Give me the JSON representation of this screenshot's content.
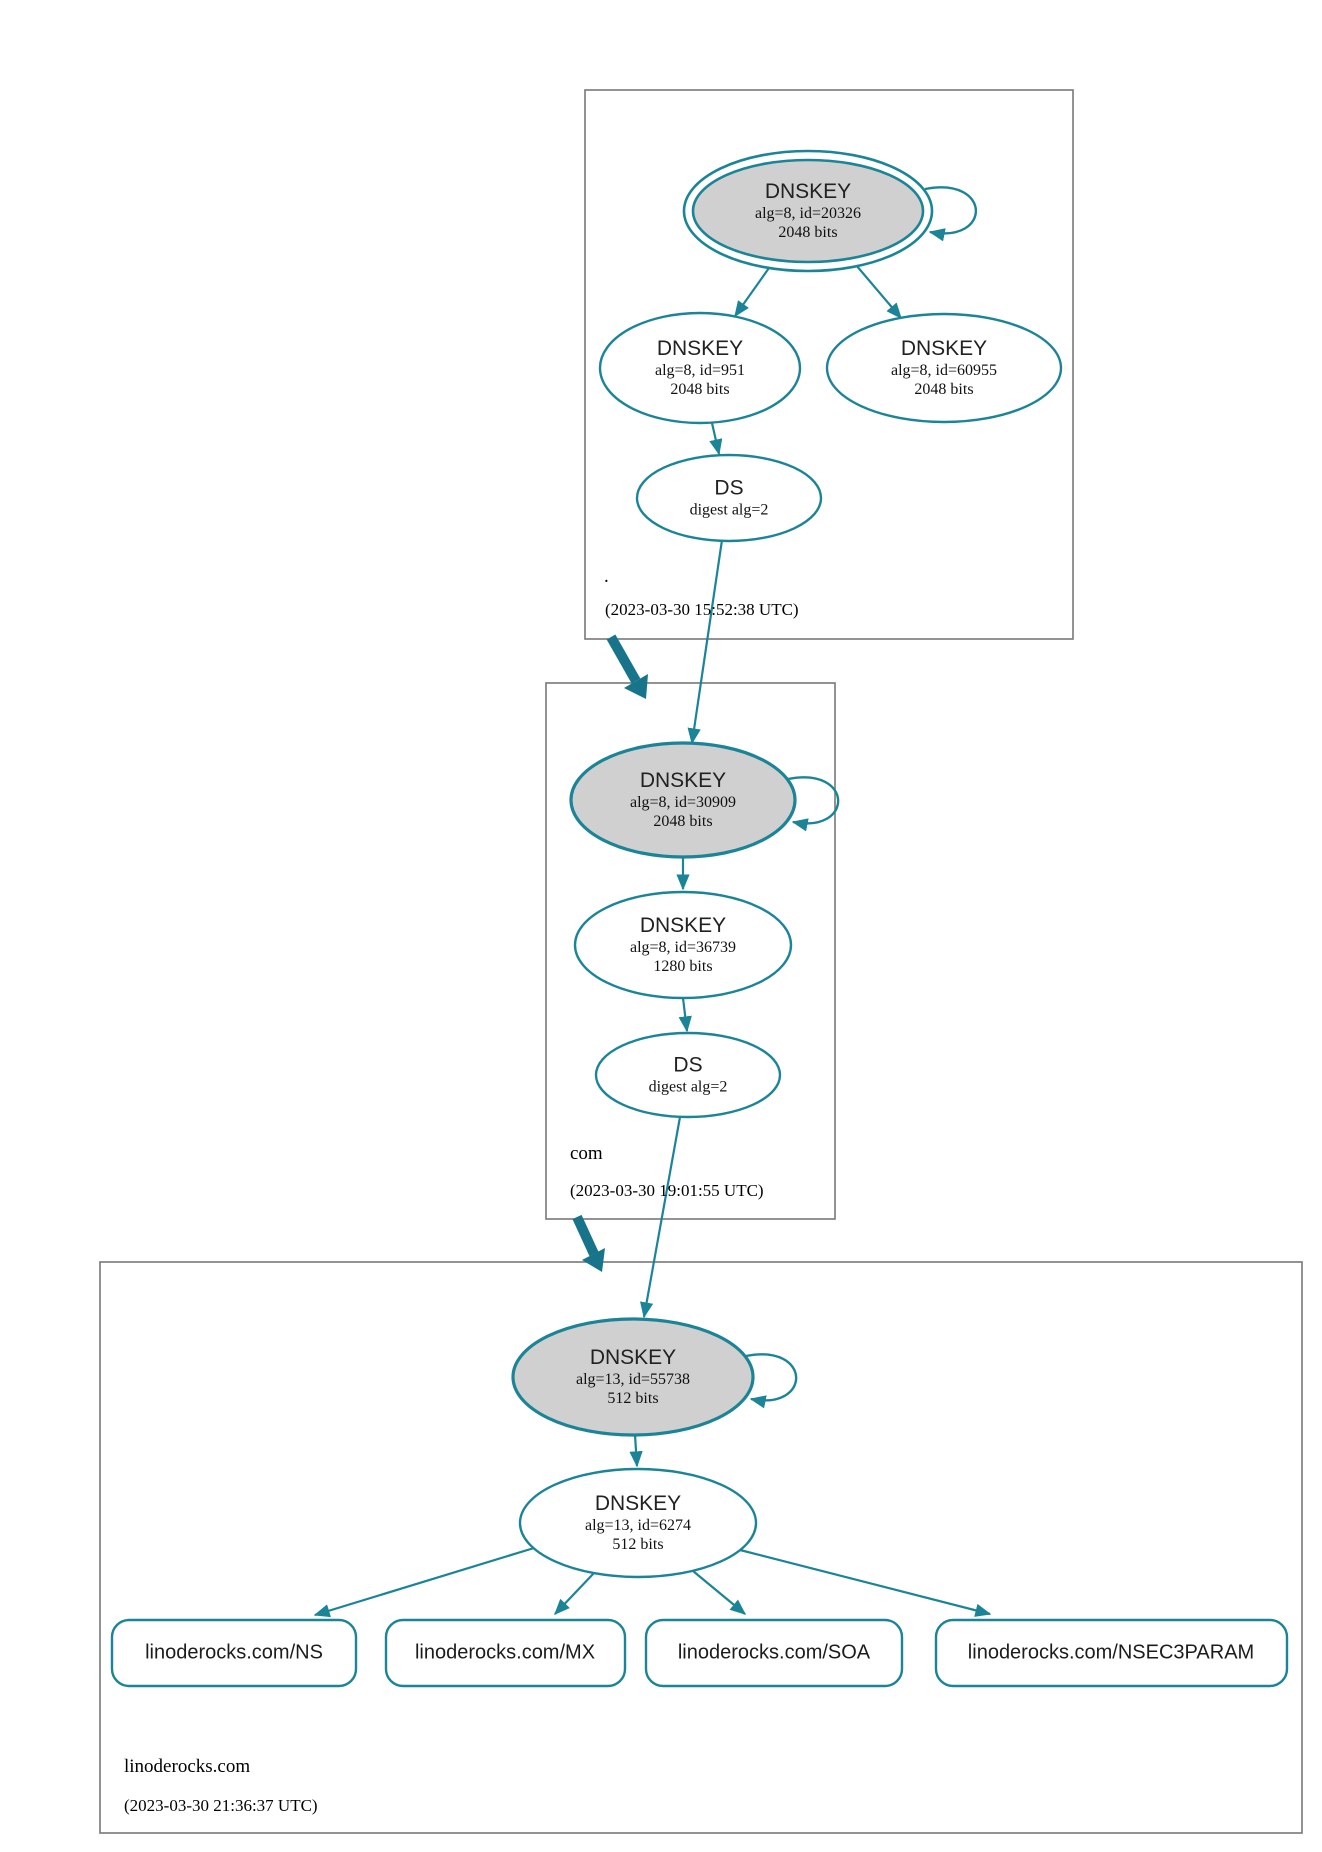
{
  "diagram": {
    "type": "dnssec-authentication-chain",
    "colors": {
      "edge_teal": "#1b8496",
      "delegation_arrow": "#17748a",
      "ksk_fill": "#d0d0d0",
      "node_fill": "#ffffff",
      "zone_border": "#787878",
      "text": "#1f1f1f"
    },
    "zones": [
      {
        "name": ".",
        "timestamp": "(2023-03-30 15:52:38 UTC)",
        "nodes": {
          "ksk": {
            "title": "DNSKEY",
            "detail1": "alg=8, id=20326",
            "detail2": "2048 bits"
          },
          "zsk1": {
            "title": "DNSKEY",
            "detail1": "alg=8, id=951",
            "detail2": "2048 bits"
          },
          "zsk2": {
            "title": "DNSKEY",
            "detail1": "alg=8, id=60955",
            "detail2": "2048 bits"
          },
          "ds": {
            "title": "DS",
            "detail1": "digest alg=2"
          }
        }
      },
      {
        "name": "com",
        "timestamp": "(2023-03-30 19:01:55 UTC)",
        "nodes": {
          "ksk": {
            "title": "DNSKEY",
            "detail1": "alg=8, id=30909",
            "detail2": "2048 bits"
          },
          "zsk": {
            "title": "DNSKEY",
            "detail1": "alg=8, id=36739",
            "detail2": "1280 bits"
          },
          "ds": {
            "title": "DS",
            "detail1": "digest alg=2"
          }
        }
      },
      {
        "name": "linoderocks.com",
        "timestamp": "(2023-03-30 21:36:37 UTC)",
        "nodes": {
          "ksk": {
            "title": "DNSKEY",
            "detail1": "alg=13, id=55738",
            "detail2": "512 bits"
          },
          "zsk": {
            "title": "DNSKEY",
            "detail1": "alg=13, id=6274",
            "detail2": "512 bits"
          }
        },
        "rrsets": [
          {
            "label": "linoderocks.com/NS"
          },
          {
            "label": "linoderocks.com/MX"
          },
          {
            "label": "linoderocks.com/SOA"
          },
          {
            "label": "linoderocks.com/NSEC3PARAM"
          }
        ]
      }
    ]
  }
}
